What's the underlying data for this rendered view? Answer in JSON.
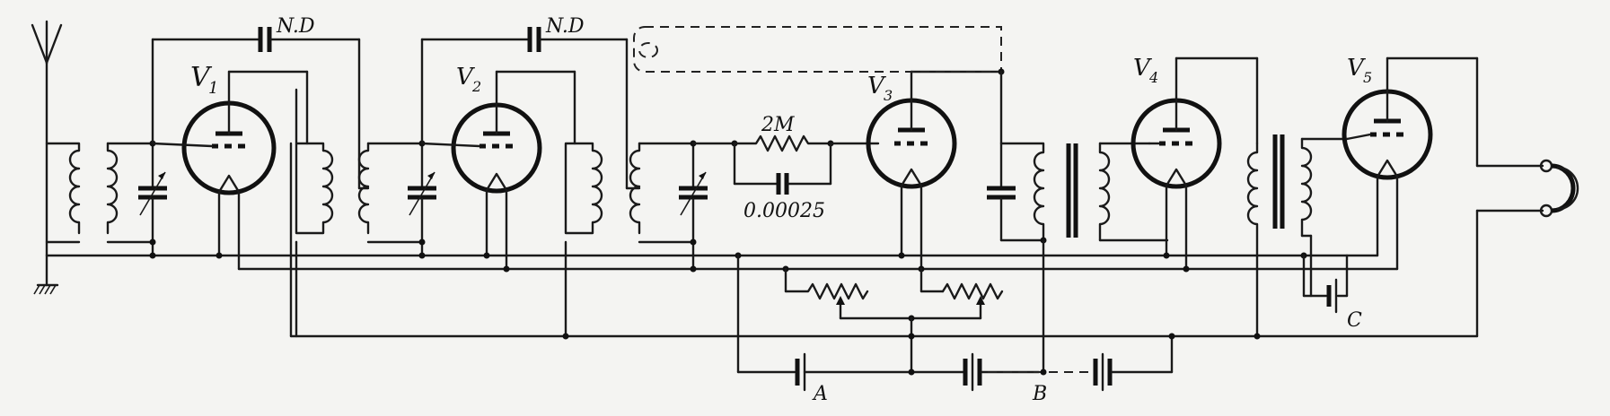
{
  "labels": {
    "v1": "V",
    "v1_sub": "1",
    "v2": "V",
    "v2_sub": "2",
    "v3": "V",
    "v3_sub": "3",
    "v4": "V",
    "v4_sub": "4",
    "v5": "V",
    "v5_sub": "5",
    "nd1": "N.D",
    "nd2": "N.D",
    "resistor": "2M",
    "capacitor": "0.00025",
    "battery_a": "A",
    "battery_b": "B",
    "battery_c": "C"
  }
}
